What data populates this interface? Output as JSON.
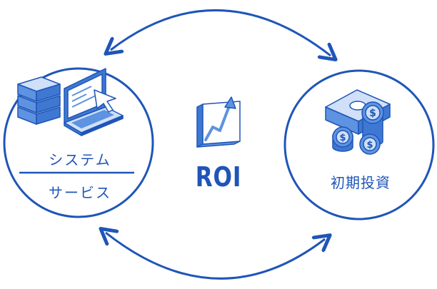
{
  "left_node": {
    "line1": "システム",
    "line2": "サービス"
  },
  "center": {
    "label": "ROI"
  },
  "right_node": {
    "label": "初期投資"
  },
  "colors": {
    "primary": "#1f55b8",
    "light": "#5d93e0",
    "pale": "#cfe0f8",
    "mid": "#3f78d2"
  },
  "icons": {
    "left": "server-laptop-icon",
    "center": "growth-chart-icon",
    "right": "money-coins-icon"
  }
}
